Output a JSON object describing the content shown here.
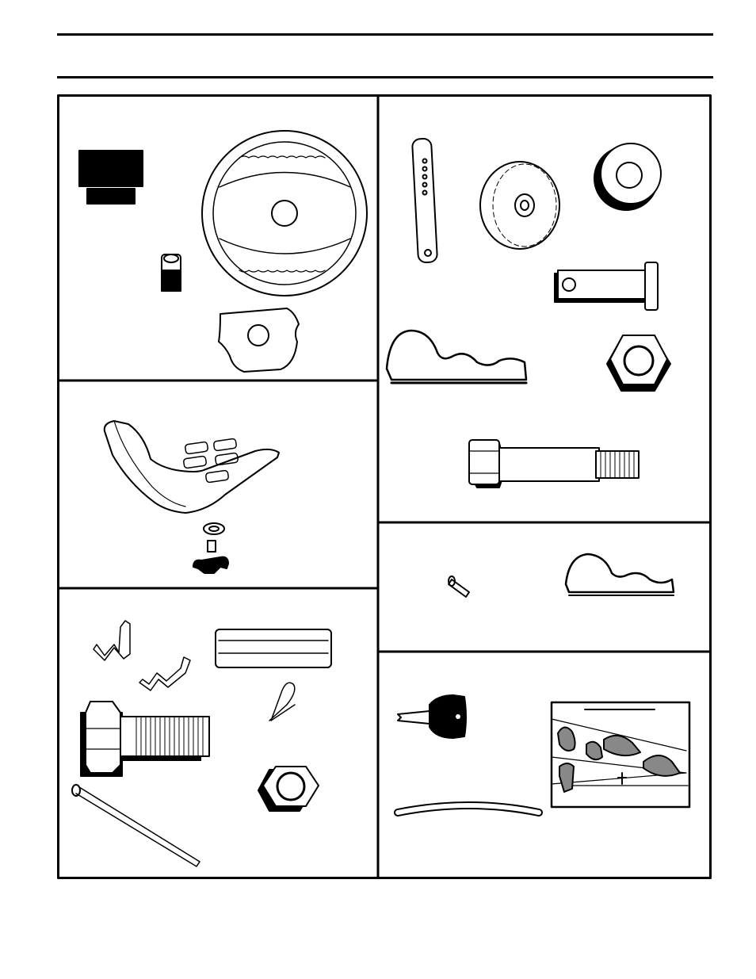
{
  "page": {
    "title": "",
    "header_text": ""
  },
  "panels": [
    {
      "id": "steering",
      "items": [
        "steering-wheel",
        "steering-cap",
        "adapter-sleeve",
        "insert"
      ]
    },
    {
      "id": "seat",
      "items": [
        "seat",
        "washer",
        "knob"
      ]
    },
    {
      "id": "hardware-left",
      "items": [
        "brackets",
        "grip",
        "bolt",
        "hair-pin",
        "rod",
        "nut"
      ]
    },
    {
      "id": "gauge-wheel",
      "items": [
        "link",
        "wheel",
        "spacer",
        "clevis-pin",
        "hair-pin",
        "nut",
        "shoulder-bolt"
      ]
    },
    {
      "id": "pin-clip",
      "items": [
        "pin",
        "hair-pin"
      ]
    },
    {
      "id": "key-manual",
      "items": [
        "ignition-key",
        "tube",
        "decal"
      ]
    }
  ]
}
